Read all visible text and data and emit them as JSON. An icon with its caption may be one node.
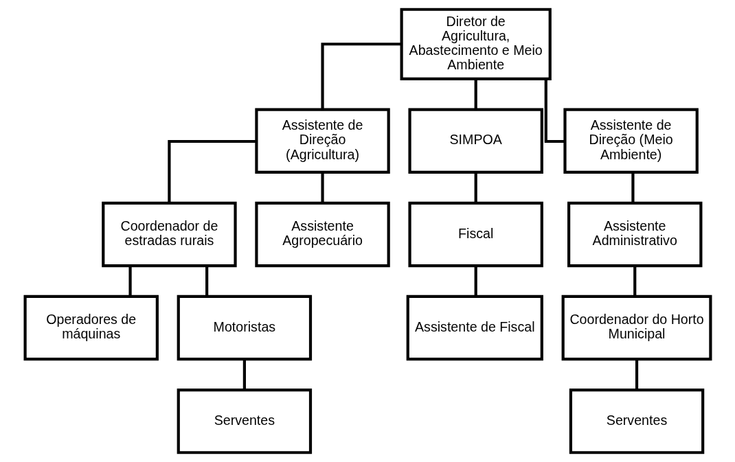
{
  "diagram": {
    "nodes": [
      {
        "text": [
          "Diretor de Agricultura, Abastecimento e Meio Ambiente"
        ]
      },
      {
        "text": [
          "Assistente de Direção (Agricultura)"
        ]
      },
      {
        "text": [
          "SIMPOA"
        ]
      },
      {
        "text": [
          "Assistente de Direção (Meio Ambiente)"
        ]
      },
      {
        "text": [
          "Coordenador de estradas rurais"
        ]
      },
      {
        "text": [
          "Assistente Agropecuário"
        ]
      },
      {
        "text": [
          "Fiscal"
        ]
      },
      {
        "text": [
          "Assistente Administrativo"
        ]
      },
      {
        "text": [
          "Operadores de máquinas"
        ]
      },
      {
        "text": [
          "Motoristas"
        ]
      },
      {
        "text": [
          "Assistente de Fiscal"
        ]
      },
      {
        "text": [
          "Coordenador do Horto Municipal"
        ]
      },
      {
        "text": [
          "Serventes"
        ]
      },
      {
        "text": [
          "Serventes"
        ]
      }
    ],
    "edges": [
      {
        "from": 0,
        "to": 1,
        "arrow": "none"
      },
      {
        "from": 0,
        "to": 2,
        "arrow": "none"
      },
      {
        "from": 0,
        "to": 3,
        "arrow": "none"
      },
      {
        "from": 1,
        "to": 4,
        "arrow": "none"
      },
      {
        "from": 1,
        "to": 5,
        "arrow": "none"
      },
      {
        "from": 2,
        "to": 6,
        "arrow": "none"
      },
      {
        "from": 3,
        "to": 7,
        "arrow": "none"
      },
      {
        "from": 4,
        "to": 8,
        "arrow": "none"
      },
      {
        "from": 4,
        "to": 9,
        "arrow": "none"
      },
      {
        "from": 6,
        "to": 10,
        "arrow": "none"
      },
      {
        "from": 7,
        "to": 11,
        "arrow": "none"
      },
      {
        "from": 9,
        "to": 12,
        "arrow": "none"
      },
      {
        "from": 11,
        "to": 13,
        "arrow": "none"
      }
    ]
  }
}
